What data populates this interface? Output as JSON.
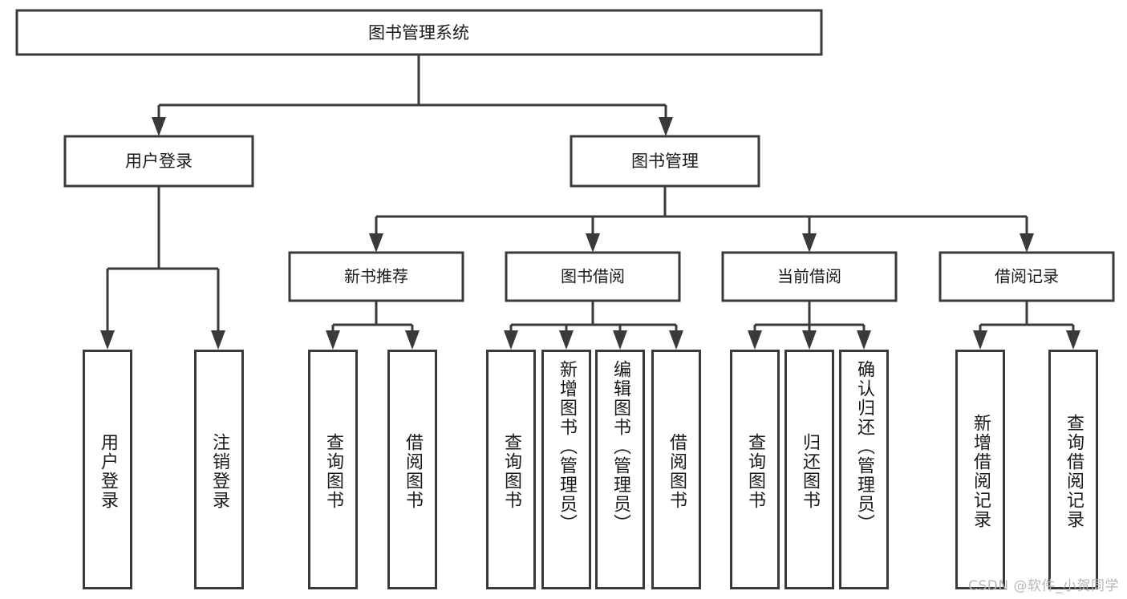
{
  "diagram": {
    "title": "图书管理系统",
    "type": "tree-hierarchy",
    "background_color": "#ffffff",
    "line_color": "#3a3a3a",
    "box_fill": "#ffffff",
    "text_color": "#1a1a1a"
  },
  "root": {
    "label": "图书管理系统"
  },
  "level2": [
    {
      "label": "用户登录"
    },
    {
      "label": "图书管理"
    }
  ],
  "level3": [
    {
      "label": "新书推荐"
    },
    {
      "label": "图书借阅"
    },
    {
      "label": "当前借阅"
    },
    {
      "label": "借阅记录"
    }
  ],
  "leaves": {
    "user_login": [
      {
        "label": "用户登录"
      },
      {
        "label": "注销登录"
      }
    ],
    "new_book": [
      {
        "label": "查询图书"
      },
      {
        "label": "借阅图书"
      }
    ],
    "book_borrow": [
      {
        "label": "查询图书"
      },
      {
        "label": "新增图书（管理员）"
      },
      {
        "label": "编辑图书（管理员）"
      },
      {
        "label": "借阅图书"
      }
    ],
    "current_borrow": [
      {
        "label": "查询图书"
      },
      {
        "label": "归还图书"
      },
      {
        "label": "确认归还（管理员）"
      }
    ],
    "borrow_record": [
      {
        "label": "新增借阅记录"
      },
      {
        "label": "查询借阅记录"
      }
    ]
  },
  "watermark": {
    "text": "CSDN @软件_小贺同学"
  }
}
